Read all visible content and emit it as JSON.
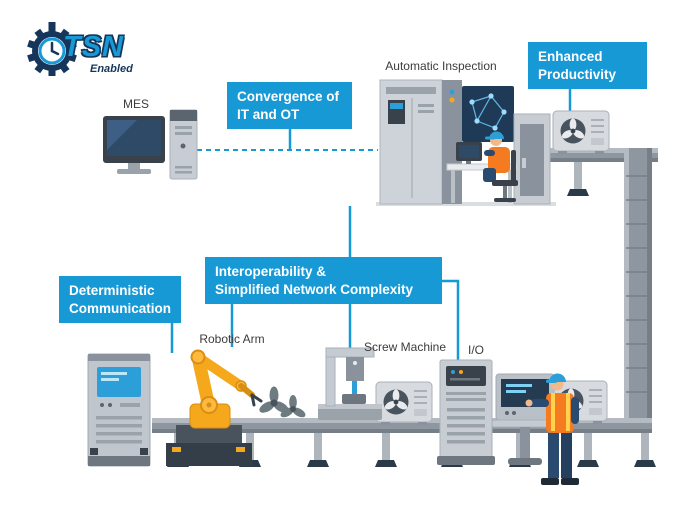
{
  "logo": {
    "brand": "TSN",
    "subtitle": "Enabled"
  },
  "labels": {
    "mes": "MES",
    "automatic_inspection": "Automatic Inspection",
    "robotic_arm": "Robotic Arm",
    "screw_machine": "Screw Machine",
    "io": "I/O"
  },
  "callouts": {
    "convergence": {
      "line1": "Convergence of",
      "line2": "IT and OT"
    },
    "enhanced": {
      "line1": "Enhanced",
      "line2": "Productivity"
    },
    "interoperability": {
      "line1": "Interoperability &",
      "line2": "Simplified Network Complexity"
    },
    "deterministic": {
      "line1": "Deterministic",
      "line2": "Communication"
    }
  },
  "colors": {
    "callout_blue": "#1799D6",
    "connector_blue": "#1799D6",
    "logo_navy": "#16355A",
    "machine_gray": "#C7CDD3",
    "machine_dark": "#39424B",
    "robot_yellow": "#F5A81C",
    "vest_orange": "#F47B20",
    "helmet_blue": "#2D9FD8"
  }
}
